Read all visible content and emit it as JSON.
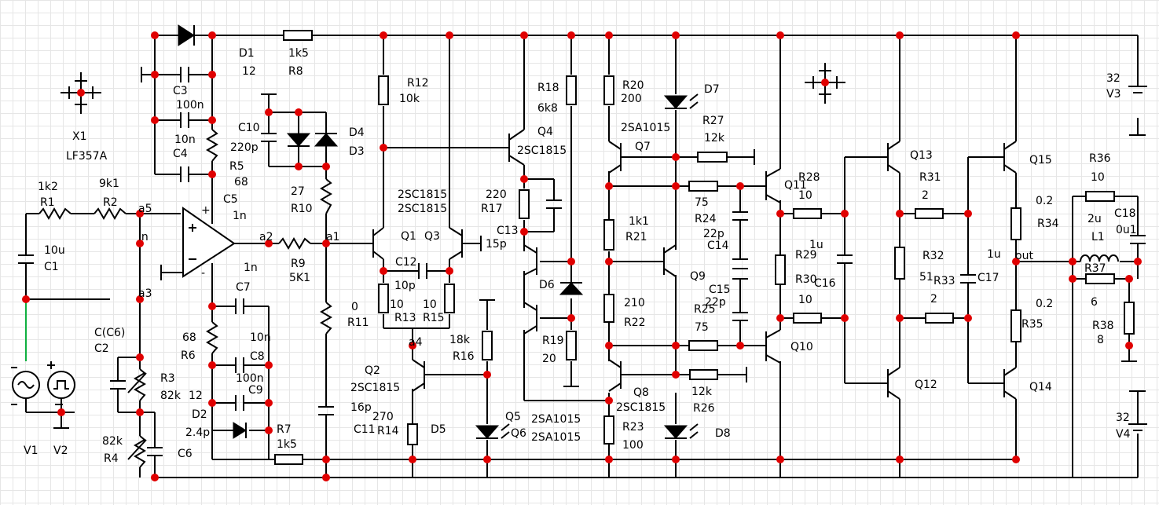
{
  "colors": {
    "wire": "#000000",
    "junction": "#e00000",
    "probe_wire": "#10b040",
    "grid": "#e6e6e6"
  },
  "labels": [
    "D1",
    "12",
    "1k5",
    "R8",
    "C3",
    "100n",
    "10n",
    "C4",
    "X1",
    "LF357A",
    "C10",
    "220p",
    "D4",
    "D3",
    "27",
    "R10",
    "R5",
    "68",
    "C5",
    "1n",
    "1k2",
    "R1",
    "9k1",
    "R2",
    "a5",
    "in",
    "a2",
    "a1",
    "R9",
    "5K1",
    "1n",
    "10u",
    "C1",
    "a3",
    "C7",
    "10n",
    "C8",
    "100n",
    "C9",
    "68",
    "R6",
    "12",
    "D2",
    "2.4p",
    "R7",
    "1k5",
    "C(C6)",
    "C2",
    "R3",
    "82k",
    "82k",
    "R4",
    "C6",
    "V1",
    "V2",
    "0",
    "R11",
    "R12",
    "10k",
    "2SC1815",
    "2SC1815",
    "Q1",
    "Q3",
    "C12",
    "10p",
    "10",
    "R13",
    "10",
    "R15",
    "a4",
    "Q2",
    "2SC1815",
    "16p",
    "C11",
    "270",
    "R14",
    "D5",
    "18k",
    "R16",
    "Q5",
    "Q6",
    "2SA1015",
    "2SA1015",
    "R18",
    "6k8",
    "Q4",
    "2SC1815",
    "220",
    "R17",
    "C13",
    "15p",
    "D6",
    "R19",
    "20",
    "R20",
    "200",
    "D7",
    "R27",
    "12k",
    "2SA1015",
    "Q7",
    "1k1",
    "R21",
    "75",
    "R24",
    "22p",
    "C14",
    "Q9",
    "210",
    "R22",
    "C15",
    "22p",
    "R25",
    "75",
    "Q8",
    "2SC1815",
    "12k",
    "R26",
    "R23",
    "100",
    "D8",
    "Q11",
    "R28",
    "10",
    "1u",
    "R29",
    "R30",
    "C16",
    "10",
    "Q10",
    "Q13",
    "R31",
    "2",
    "R32",
    "51",
    "R33",
    "2",
    "C17",
    "1u",
    "Q12",
    "Q15",
    "R36",
    "10",
    "0.2",
    "R34",
    "2u",
    "L1",
    "C18",
    "0u1",
    "out",
    "R37",
    "6",
    "0.2",
    "R35",
    "R38",
    "8",
    "Q14",
    "32",
    "V3",
    "32",
    "V4"
  ]
}
